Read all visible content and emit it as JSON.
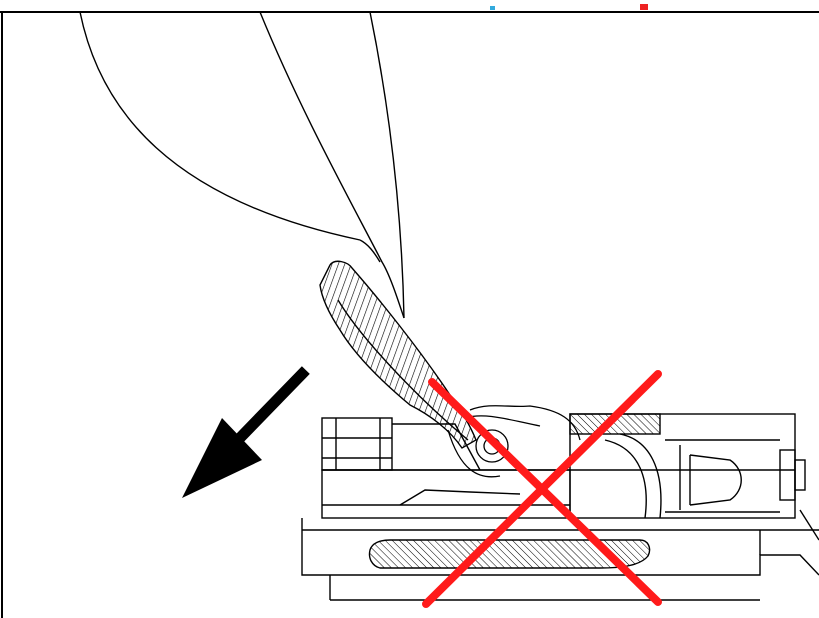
{
  "diagram": {
    "colors": {
      "line": "#000000",
      "background": "#ffffff",
      "cross": "#ff1a1a",
      "arrow": "#000000"
    },
    "elements": [
      "hand-outline",
      "tool-blade",
      "release-lever",
      "connector-housing",
      "direction-arrow",
      "incorrect-cross-mark"
    ]
  }
}
